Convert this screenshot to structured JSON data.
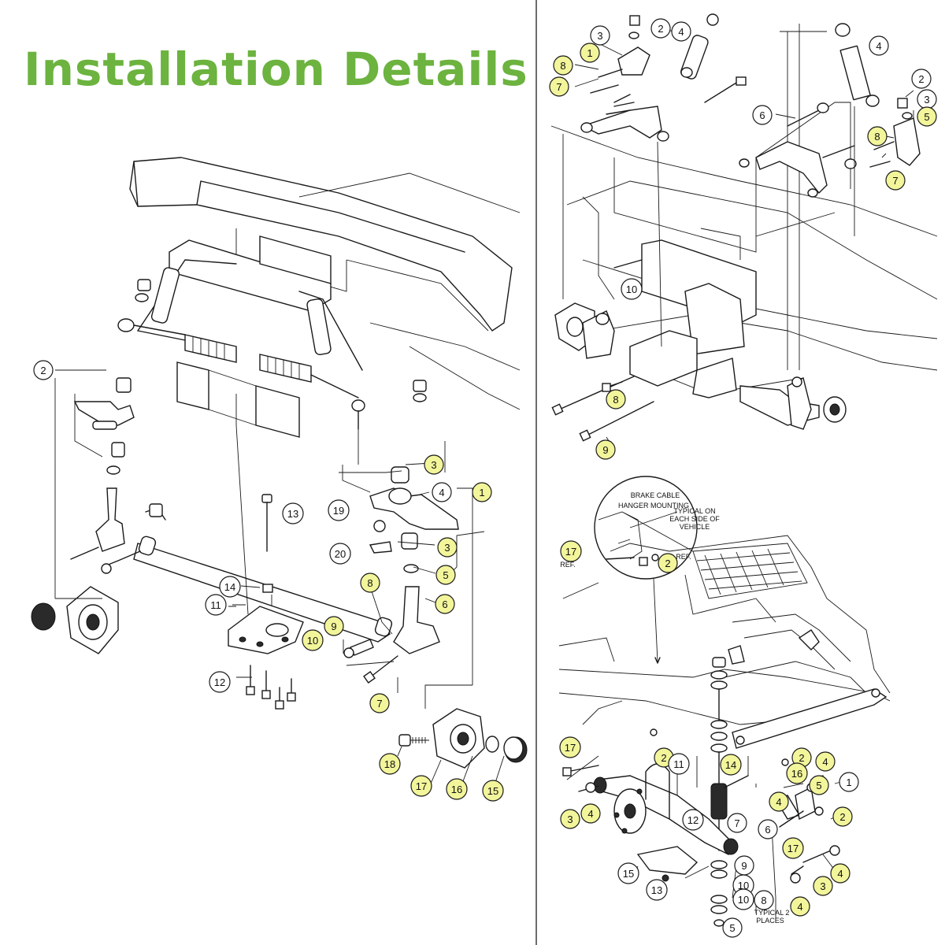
{
  "title": "Installation Details",
  "colors": {
    "title": "#6cb33f",
    "highlight": "#f2f59a",
    "plain": "#ffffff",
    "line": "#1a1a1a"
  },
  "panels": {
    "front": {
      "callouts": [
        {
          "label": "2",
          "highlight": false
        },
        {
          "label": "13",
          "highlight": false
        },
        {
          "label": "19",
          "highlight": false
        },
        {
          "label": "20",
          "highlight": false
        },
        {
          "label": "4",
          "highlight": false
        },
        {
          "label": "14",
          "highlight": false
        },
        {
          "label": "11",
          "highlight": false
        },
        {
          "label": "12",
          "highlight": false
        },
        {
          "label": "3",
          "highlight": true
        },
        {
          "label": "1",
          "highlight": true
        },
        {
          "label": "3",
          "highlight": true
        },
        {
          "label": "5",
          "highlight": true
        },
        {
          "label": "8",
          "highlight": true
        },
        {
          "label": "6",
          "highlight": true
        },
        {
          "label": "9",
          "highlight": true
        },
        {
          "label": "10",
          "highlight": true
        },
        {
          "label": "7",
          "highlight": true
        },
        {
          "label": "18",
          "highlight": true
        },
        {
          "label": "17",
          "highlight": true
        },
        {
          "label": "16",
          "highlight": true
        },
        {
          "label": "15",
          "highlight": true
        }
      ]
    },
    "upper_right": {
      "callouts": [
        {
          "label": "2",
          "highlight": false
        },
        {
          "label": "3",
          "highlight": false
        },
        {
          "label": "4",
          "highlight": false
        },
        {
          "label": "1",
          "highlight": true
        },
        {
          "label": "8",
          "highlight": true
        },
        {
          "label": "7",
          "highlight": true
        },
        {
          "label": "4",
          "highlight": false
        },
        {
          "label": "2",
          "highlight": false
        },
        {
          "label": "3",
          "highlight": false
        },
        {
          "label": "5",
          "highlight": true
        },
        {
          "label": "6",
          "highlight": false
        },
        {
          "label": "8",
          "highlight": true
        },
        {
          "label": "7",
          "highlight": true
        },
        {
          "label": "10",
          "highlight": false
        },
        {
          "label": "8",
          "highlight": true
        },
        {
          "label": "9",
          "highlight": true
        }
      ]
    },
    "lower_right": {
      "inset_title": "BRAKE CABLE HANGER MOUNTING",
      "inset_note": "TYPICAL ON EACH SIDE OF VEHICLE",
      "ref_labels": [
        "REF.",
        "REF."
      ],
      "bottom_note": "TYPICAL 2 PLACES",
      "callouts": [
        {
          "label": "17",
          "highlight": true
        },
        {
          "label": "2",
          "highlight": true
        },
        {
          "label": "17",
          "highlight": true
        },
        {
          "label": "2",
          "highlight": true
        },
        {
          "label": "11",
          "highlight": false
        },
        {
          "label": "14",
          "highlight": true
        },
        {
          "label": "2",
          "highlight": true
        },
        {
          "label": "4",
          "highlight": true
        },
        {
          "label": "16",
          "highlight": true
        },
        {
          "label": "5",
          "highlight": true
        },
        {
          "label": "1",
          "highlight": false
        },
        {
          "label": "3",
          "highlight": true
        },
        {
          "label": "4",
          "highlight": true
        },
        {
          "label": "7",
          "highlight": false
        },
        {
          "label": "12",
          "highlight": false
        },
        {
          "label": "6",
          "highlight": false
        },
        {
          "label": "4",
          "highlight": true
        },
        {
          "label": "2",
          "highlight": true
        },
        {
          "label": "17",
          "highlight": true
        },
        {
          "label": "15",
          "highlight": false
        },
        {
          "label": "9",
          "highlight": false
        },
        {
          "label": "10",
          "highlight": false
        },
        {
          "label": "13",
          "highlight": false
        },
        {
          "label": "10",
          "highlight": false
        },
        {
          "label": "8",
          "highlight": false
        },
        {
          "label": "3",
          "highlight": true
        },
        {
          "label": "4",
          "highlight": true
        },
        {
          "label": "4",
          "highlight": true
        },
        {
          "label": "5",
          "highlight": false
        }
      ]
    }
  }
}
